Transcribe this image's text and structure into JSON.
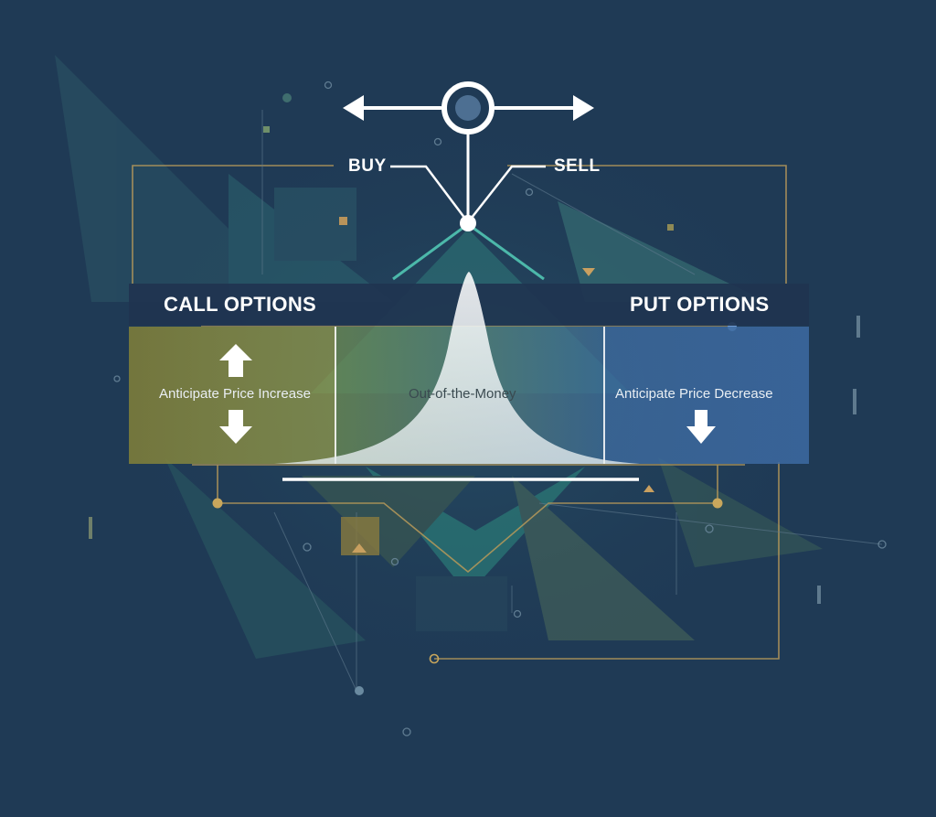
{
  "decision": {
    "buy_label": "BUY",
    "sell_label": "SELL"
  },
  "call_section": {
    "title": "CALL OPTIONS",
    "description": "Anticipate Price Increase"
  },
  "middle_section": {
    "label": "Out-of-the-Money"
  },
  "put_section": {
    "title": "PUT OPTIONS",
    "description": "Anticipate Price Decrease"
  },
  "colors": {
    "background": "#1f3a55",
    "call_panel": "#8a8a3c",
    "put_panel": "#3e6da0",
    "accent_gold": "#c9a75c",
    "teal": "#3fa8a0",
    "white": "#ffffff"
  },
  "icons": {
    "arrows": "left-right-arrow-icon",
    "up": "arrow-up-icon",
    "down": "arrow-down-icon"
  }
}
